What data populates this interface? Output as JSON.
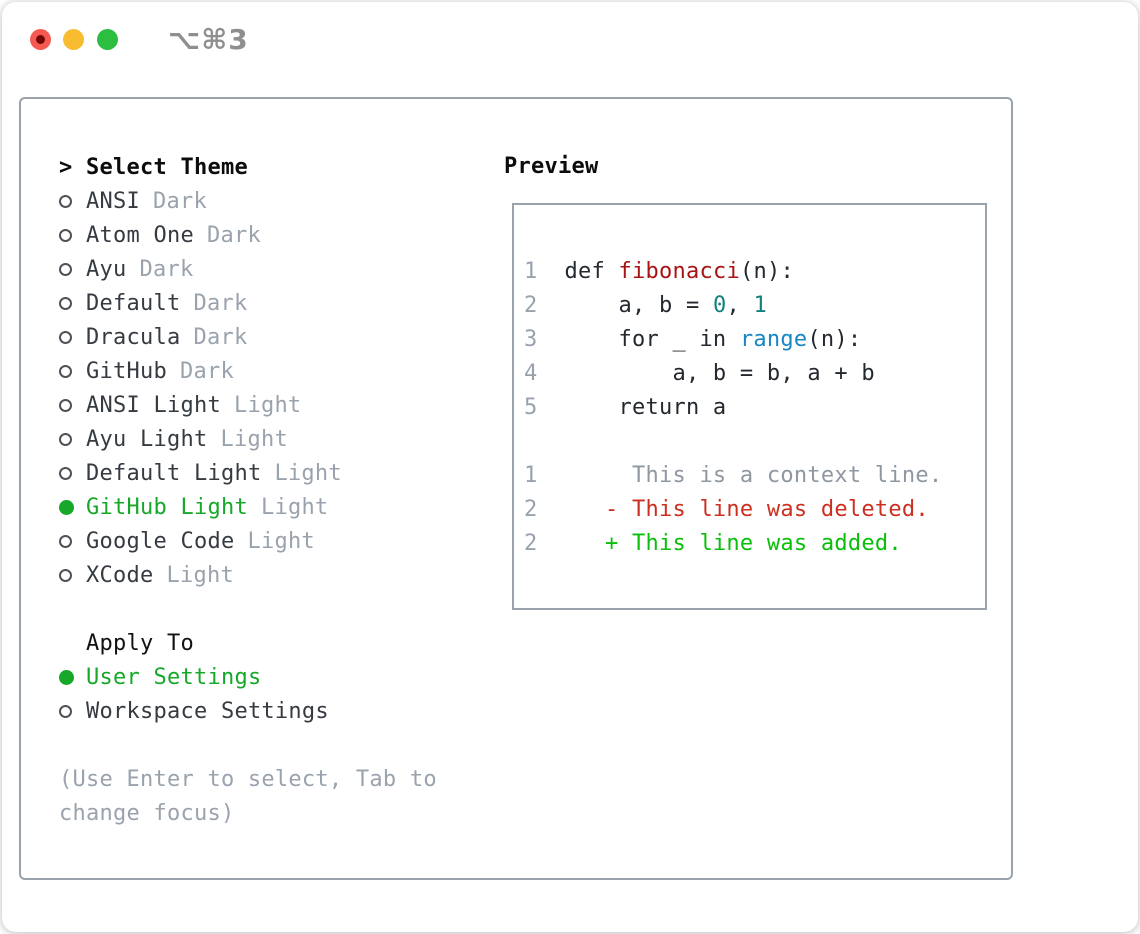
{
  "window": {
    "title": "⌥⌘3",
    "traffic_lights": [
      "close",
      "minimize",
      "zoom"
    ]
  },
  "theme_panel": {
    "header": {
      "marker": ">",
      "label": "Select Theme"
    },
    "themes": [
      {
        "name": "ANSI",
        "variant": "Dark",
        "selected": false
      },
      {
        "name": "Atom One",
        "variant": "Dark",
        "selected": false
      },
      {
        "name": "Ayu",
        "variant": "Dark",
        "selected": false
      },
      {
        "name": "Default",
        "variant": "Dark",
        "selected": false
      },
      {
        "name": "Dracula",
        "variant": "Dark",
        "selected": false
      },
      {
        "name": "GitHub",
        "variant": "Dark",
        "selected": false
      },
      {
        "name": "ANSI Light",
        "variant": "Light",
        "selected": false
      },
      {
        "name": "Ayu Light",
        "variant": "Light",
        "selected": false
      },
      {
        "name": "Default Light",
        "variant": "Light",
        "selected": false
      },
      {
        "name": "GitHub Light",
        "variant": "Light",
        "selected": true
      },
      {
        "name": "Google Code",
        "variant": "Light",
        "selected": false
      },
      {
        "name": "XCode",
        "variant": "Light",
        "selected": false
      }
    ],
    "apply_to": {
      "label": "Apply To",
      "options": [
        {
          "label": "User Settings",
          "selected": true
        },
        {
          "label": "Workspace Settings",
          "selected": false
        }
      ]
    },
    "help_lines": [
      "(Use Enter to select, Tab to",
      "change focus)"
    ]
  },
  "preview": {
    "label": "Preview",
    "lines": [
      {
        "num": "1",
        "segments": [
          {
            "t": "  def ",
            "c": "code"
          },
          {
            "t": "fibonacci",
            "c": "func"
          },
          {
            "t": "(n):",
            "c": "code"
          }
        ]
      },
      {
        "num": "2",
        "segments": [
          {
            "t": "      a, b = ",
            "c": "code"
          },
          {
            "t": "0",
            "c": "num"
          },
          {
            "t": ", ",
            "c": "code"
          },
          {
            "t": "1",
            "c": "num"
          }
        ]
      },
      {
        "num": "3",
        "segments": [
          {
            "t": "      for _ in ",
            "c": "code"
          },
          {
            "t": "range",
            "c": "builtin"
          },
          {
            "t": "(n):",
            "c": "code"
          }
        ]
      },
      {
        "num": "4",
        "segments": [
          {
            "t": "          a, b = b, a + b",
            "c": "code"
          }
        ]
      },
      {
        "num": "5",
        "segments": [
          {
            "t": "      return a",
            "c": "code"
          }
        ]
      },
      {
        "num": "",
        "segments": []
      },
      {
        "num": "1",
        "segments": [
          {
            "t": "       This is a context line.",
            "c": "ctx"
          }
        ]
      },
      {
        "num": "2",
        "segments": [
          {
            "t": "     - This line was deleted.",
            "c": "del"
          }
        ]
      },
      {
        "num": "2",
        "segments": [
          {
            "t": "     + This line was added.",
            "c": "add"
          }
        ]
      }
    ]
  },
  "colors": {
    "accent_green": "#17a82a",
    "diff_added": "#0abf0a",
    "diff_deleted": "#cc2f1f",
    "syntax_function": "#a81414",
    "syntax_builtin": "#1786c2",
    "syntax_number": "#13807e",
    "muted_gray": "#9aa3ad",
    "panel_border": "#9aa2ac",
    "code_text": "#24292f"
  }
}
